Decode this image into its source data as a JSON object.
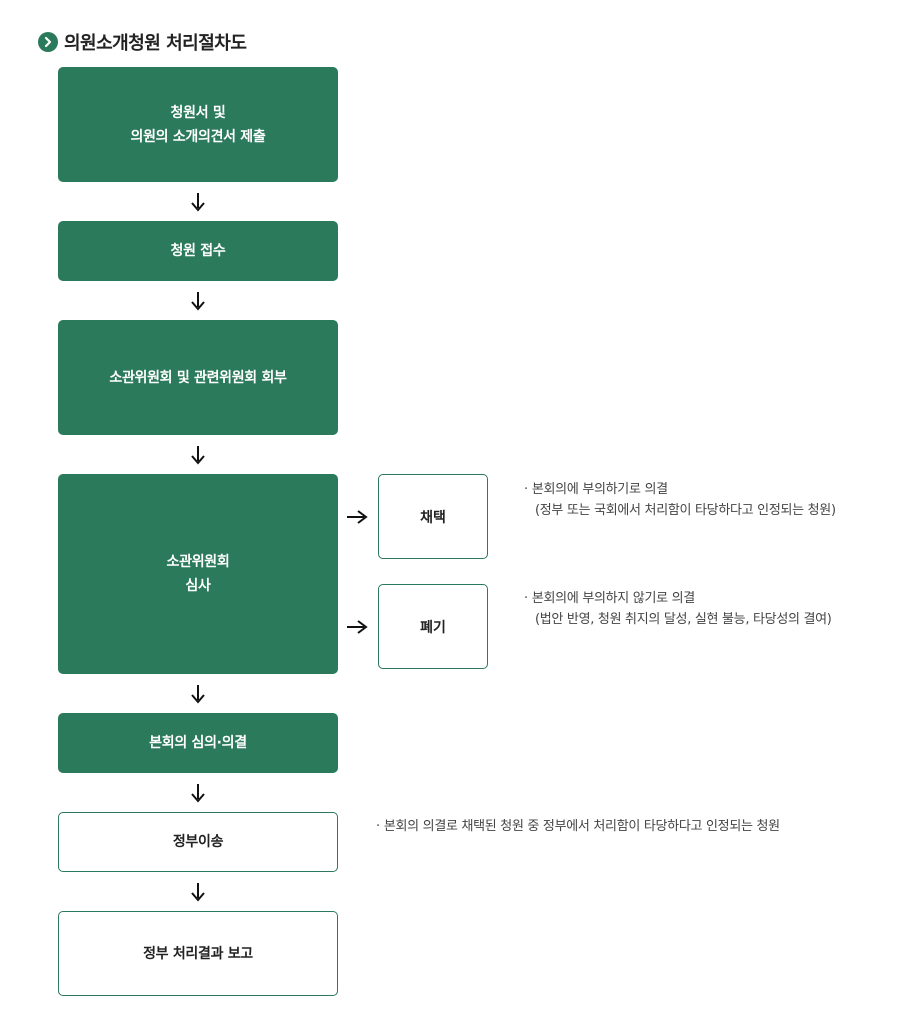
{
  "header": {
    "title": "의원소개청원 처리절차도",
    "icon": "chevron-right-circle-icon"
  },
  "colors": {
    "accent": "#2b7a5b",
    "text": "#222222",
    "note_text": "#444444"
  },
  "steps": {
    "submit": "청원서 및\n의원의 소개의견서 제출",
    "receive": "청원 접수",
    "refer": "소관위원회 및 관련위원회 회부",
    "review": "소관위원회\n심사",
    "plenary": "본회의 심의·의결",
    "transfer": "정부이송",
    "report": "정부 처리결과 보고"
  },
  "outcomes": {
    "adopt": {
      "label": "채택",
      "note_line1": "본회의에 부의하기로 의결",
      "note_line2": "(정부 또는 국회에서 처리함이 타당하다고 인정되는 청원)"
    },
    "discard": {
      "label": "폐기",
      "note_line1": "본회의에 부의하지 않기로 의결",
      "note_line2": "(법안 반영, 청원 취지의 달성, 실현 불능, 타당성의 결여)"
    }
  },
  "transfer_note": "본회의 의결로 채택된 청원 중 정부에서 처리함이 타당하다고 인정되는 청원",
  "bullet": "·"
}
